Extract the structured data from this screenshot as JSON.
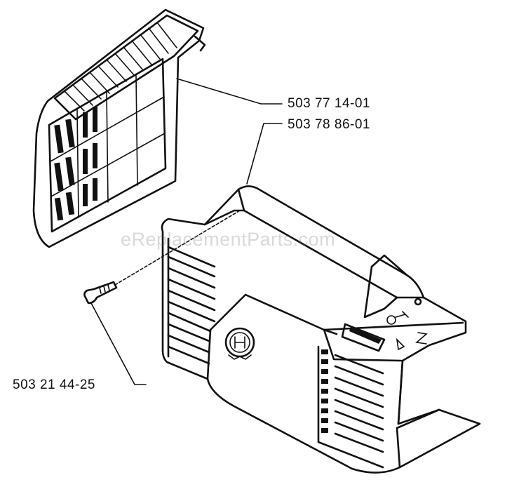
{
  "labels": {
    "air_filter_part": "503 77 14-01",
    "cover_part": "503 78 86-01",
    "screw_part": "503 21 44-25"
  },
  "watermark": "eReplacementParts.com"
}
